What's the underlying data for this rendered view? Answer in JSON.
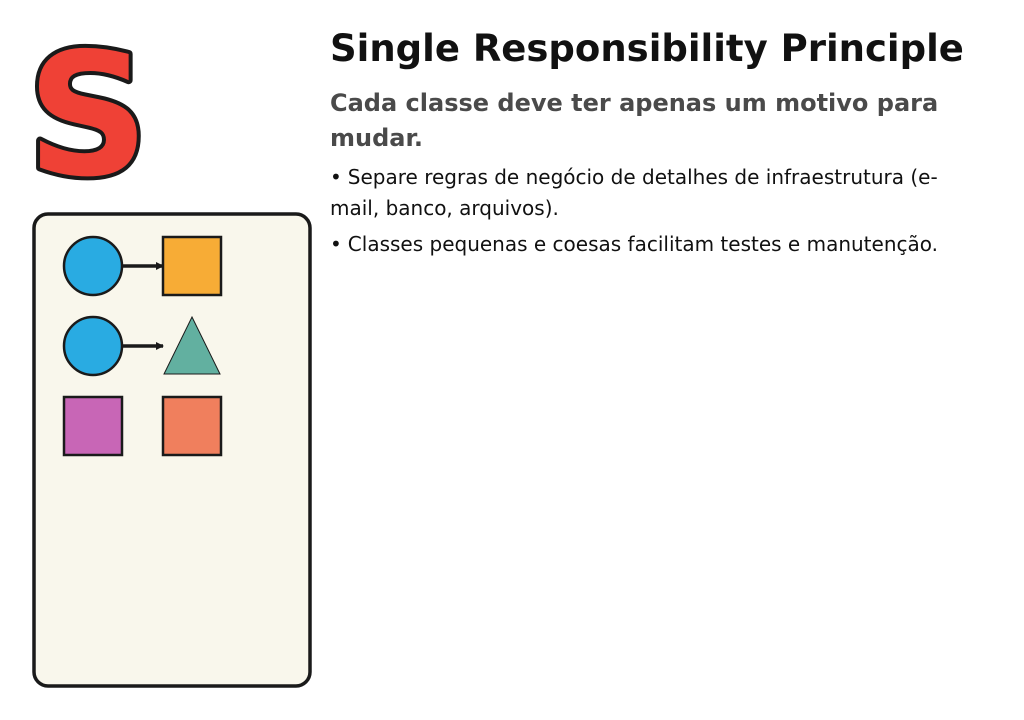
{
  "logo": {
    "letter": "S",
    "fill_color": "#ef4136",
    "outline_color": "#1a1a1a"
  },
  "heading": {
    "title": "Single Responsibility Principle",
    "subtitle": "Cada classe deve ter apenas um motivo para mudar."
  },
  "bullets": [
    {
      "marker": "•",
      "text": "Separe regras de negócio de detalhes de infraestrutura (e-mail, banco, arquivos)."
    },
    {
      "marker": "•",
      "text": "Classes pequenas e coesas facilitam testes e manutenção."
    }
  ],
  "diagram": {
    "panel_fill": "#f9f7ec",
    "outline_color": "#1a1a1a",
    "rows": [
      {
        "left": {
          "shape": "circle",
          "color": "#29abe2"
        },
        "arrow": true,
        "right": {
          "shape": "square",
          "color": "#f7ac36"
        }
      },
      {
        "left": {
          "shape": "circle",
          "color": "#29abe2"
        },
        "arrow": true,
        "right": {
          "shape": "triangle",
          "color": "#62b0a0"
        }
      },
      {
        "left": {
          "shape": "square",
          "color": "#c866b6"
        },
        "arrow": false,
        "right": {
          "shape": "square",
          "color": "#f07f5d"
        }
      }
    ]
  }
}
